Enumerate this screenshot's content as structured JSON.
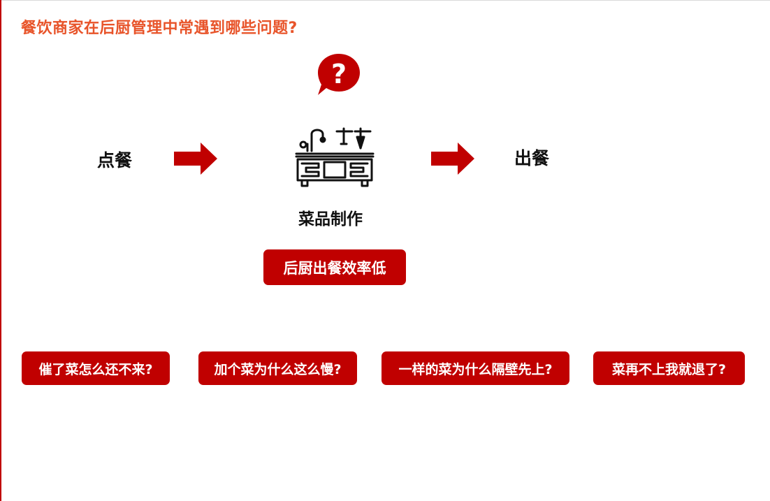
{
  "page": {
    "title": "餐饮商家在后厨管理中常遇到哪些问题?"
  },
  "colors": {
    "title": "#e8542a",
    "accent": "#c00000",
    "text": "#111111"
  },
  "flow": {
    "step_order": "点餐",
    "step_cook": "菜品制作",
    "step_serve": "出餐",
    "question_icon": "question-bubble-icon",
    "kitchen_icon": "kitchen-counter-icon",
    "arrow_icon": "right-arrow-icon"
  },
  "problem": {
    "label": "后厨出餐效率低"
  },
  "complaints": [
    "催了菜怎么还不来?",
    "加个菜为什么这么慢?",
    "一样的菜为什么隔壁先上?",
    "菜再不上我就退了?"
  ]
}
